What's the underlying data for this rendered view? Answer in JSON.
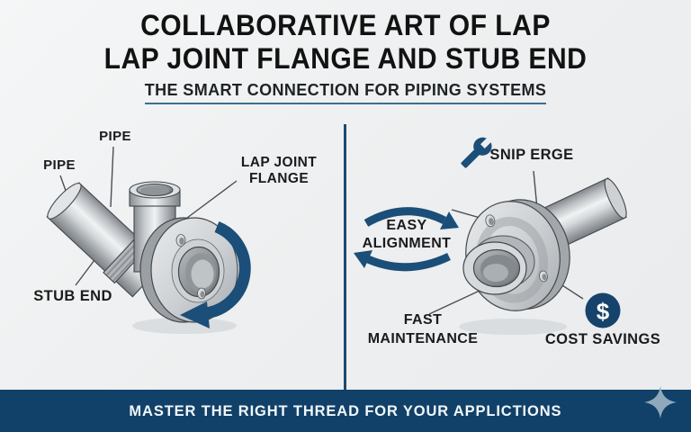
{
  "header": {
    "title_line1": "COLLABORATIVE ART OF LAP",
    "title_line2": "LAP JOINT FLANGE AND STUB END",
    "subtitle": "THE SMART CONNECTION FOR PIPING SYSTEMS"
  },
  "left_diagram": {
    "labels": {
      "pipe_top": "PIPE",
      "pipe_left": "PIPE",
      "lap_joint_flange_line1": "LAP JOINT",
      "lap_joint_flange_line2": "FLANGE",
      "stub_end": "STUB END"
    }
  },
  "right_diagram": {
    "labels": {
      "snip_erge": "SNIP ERGE",
      "easy_alignment_line1": "EASY",
      "easy_alignment_line2": "ALIGNMENT",
      "fast_maintenance_line1": "FAST",
      "fast_maintenance_line2": "MAINTENANCE",
      "cost_savings": "COST SAVINGS",
      "dollar_symbol": "$"
    },
    "icons": {
      "tool": "wrench-icon",
      "alignment": "cycle-arrows-icon",
      "cost": "dollar-circle-icon"
    }
  },
  "footer": {
    "banner_text": "MASTER THE RIGHT THREAD FOR YOUR APPLICTIONS",
    "icon": "sparkle-icon"
  },
  "colors": {
    "accent_navy": "#1b4e78",
    "banner_navy": "#114169",
    "divider_navy": "#1c4a70",
    "background": "#eef0f1",
    "text_dark": "#1b1b1b",
    "sparkle": "#8fa9bc"
  }
}
